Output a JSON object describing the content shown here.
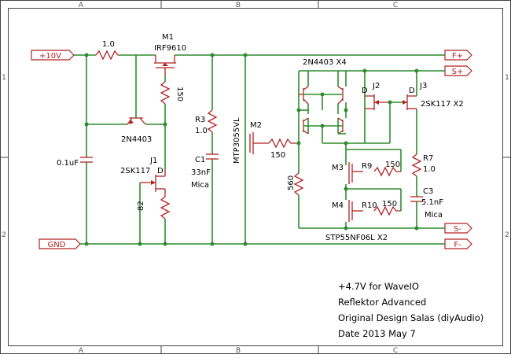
{
  "frame": {
    "columns": [
      "A",
      "B",
      "C"
    ],
    "rows": [
      "1",
      "2"
    ]
  },
  "ports": {
    "vin": "+10V",
    "gnd": "GND",
    "f_plus": "F+",
    "s_plus": "S+",
    "s_minus": "S-",
    "f_minus": "F-"
  },
  "parts": {
    "r_in_value": "1.0",
    "m1_name": "M1",
    "m1_type": "IRF9610",
    "r150_value": "150",
    "q_type": "2N4403",
    "c_in_value": "0.1uF",
    "j1_name": "J1",
    "j1_type": "2SK117",
    "d_label": "D",
    "r82_value": "82",
    "r3_name": "R3",
    "r3_value": "1.0",
    "c1_name": "C1",
    "c1_value": "33nF",
    "c1_type": "Mica",
    "m2_name": "M2",
    "m2_type": "MTP3055VL",
    "r_m2_value": "150",
    "r560_value": "560",
    "quad_label": "2N4403 X4",
    "j2_name": "J2",
    "j3_name": "J3",
    "j3_type": "2SK117 X2",
    "m3_name": "M3",
    "r9_name": "R9",
    "r9_value": "150",
    "m4_name": "M4",
    "r10_name": "R10",
    "r10_value": "150",
    "r7_name": "R7",
    "r7_value": "1.0",
    "c3_name": "C3",
    "c3_value": "5.1nF",
    "c3_type": "Mica",
    "mosfet_pair": "STP55NF06L X2"
  },
  "title_block": {
    "line1": "+4.7V for WaveIO",
    "line2": "Reflektor Advanced",
    "line3": "Original Design Salas (diyAudio)",
    "line4": "Date 2013 May 7"
  }
}
